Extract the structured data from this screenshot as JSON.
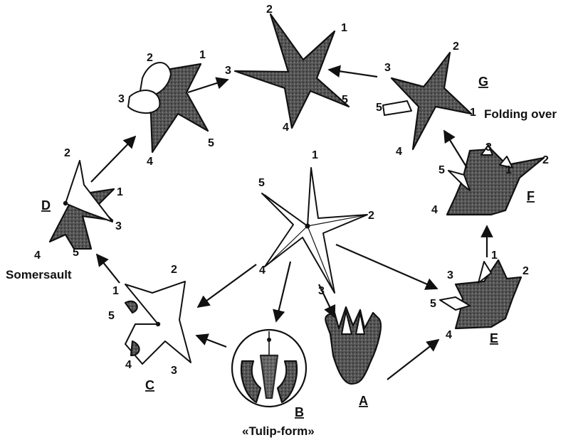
{
  "captions": {
    "tulip_form": "«Tulip-form»",
    "somersault": "Somersault",
    "folding_over": "Folding over"
  },
  "stages": {
    "A": "A",
    "B": "B",
    "C": "C",
    "D": "D",
    "E": "E",
    "F": "F",
    "G": "G"
  },
  "arm_numbers": [
    "1",
    "2",
    "3",
    "4",
    "5"
  ],
  "colors": {
    "ink": "#111111",
    "background": "#ffffff"
  }
}
